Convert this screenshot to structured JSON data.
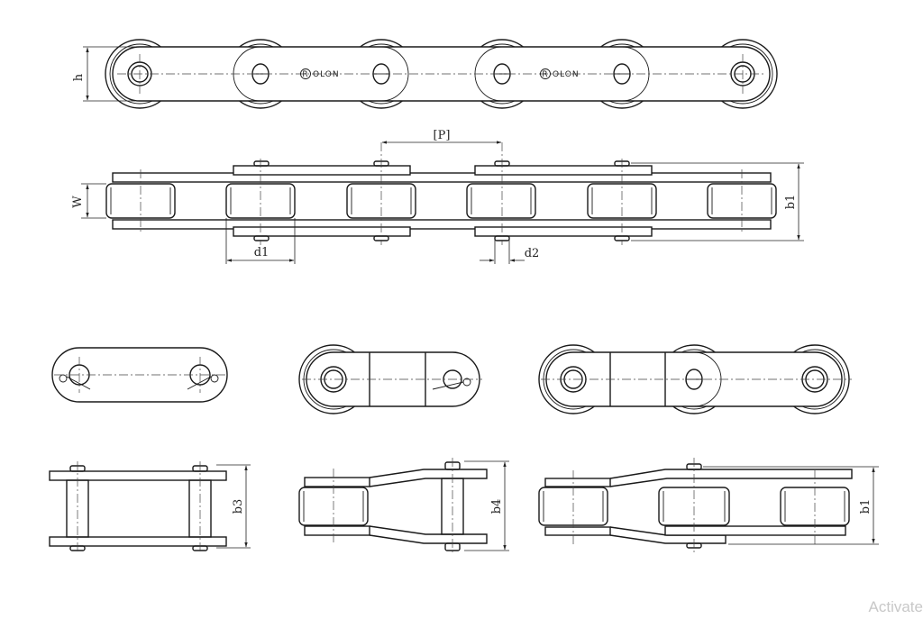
{
  "labels": {
    "h": "h",
    "P": "[P]",
    "W": "W",
    "b1": "b1",
    "d1": "d1",
    "d2": "d2",
    "b3": "b3",
    "b4": "b4",
    "b1_bottom": "b1"
  },
  "brand": "ROLON",
  "brand_letter": "R",
  "brand_rest": "OLON",
  "watermark": "Activate"
}
